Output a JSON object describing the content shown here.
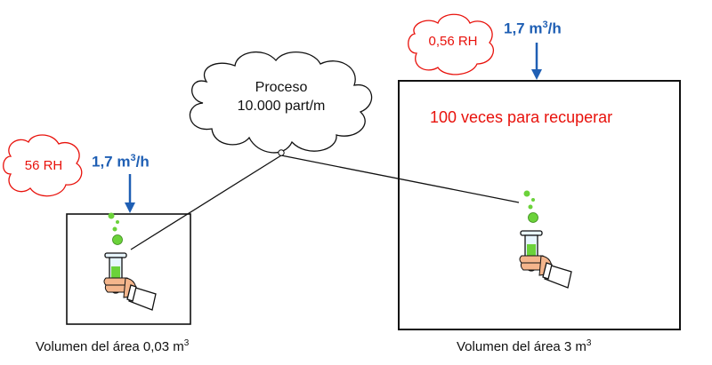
{
  "process_cloud": {
    "line1": "Proceso",
    "line2": "10.000 part/m"
  },
  "small_room": {
    "rh": "56 RH",
    "flow_value": "1,7 m",
    "flow_exp": "3",
    "flow_unit": "/h",
    "caption_value": "Volumen del área 0,03 m",
    "caption_exp": "3"
  },
  "large_room": {
    "rh": "0,56 RH",
    "flow_value": "1,7 m",
    "flow_exp": "3",
    "flow_unit": "/h",
    "recovery_text": "100 veces para recuperar",
    "caption_value": "Volumen del área 3 m",
    "caption_exp": "3"
  },
  "colors": {
    "flow_blue": "#1f5fb4",
    "rh_red": "#e8120c",
    "tube_green": "#6bd23a",
    "line_black": "#111111"
  },
  "icons": [
    "cloud-shape",
    "down-arrow-icon",
    "test-tube-hand-icon"
  ]
}
